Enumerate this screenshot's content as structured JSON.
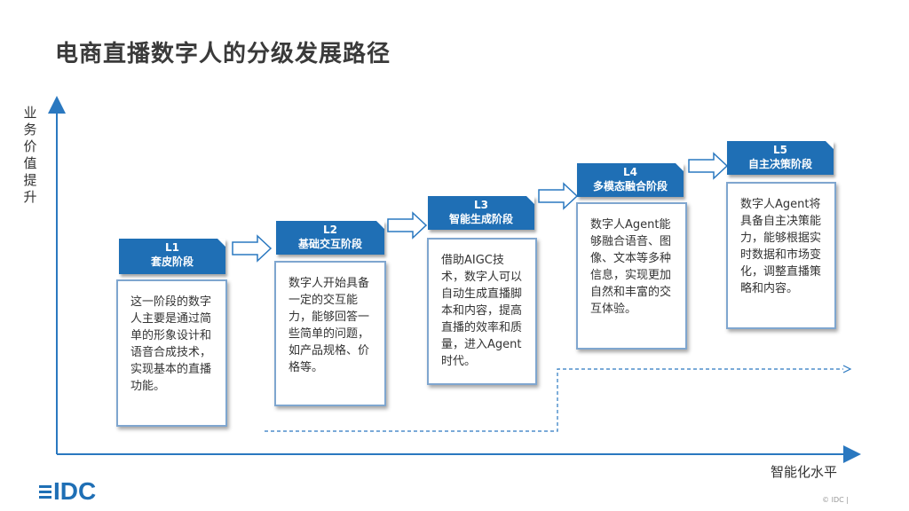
{
  "title": "电商直播数字人的分级发展路径",
  "y_axis_label": "业务价值提升",
  "x_axis_label": "智能化水平",
  "stages": [
    {
      "level": "L1",
      "name": "套皮阶段",
      "description": "这一阶段的数字人主要是通过简单的形象设计和语音合成技术，实现基本的直播功能。"
    },
    {
      "level": "L2",
      "name": "基础交互阶段",
      "description": "数字人开始具备一定的交互能力，能够回答一些简单的问题，如产品规格、价格等。"
    },
    {
      "level": "L3",
      "name": "智能生成阶段",
      "description": "借助AIGC技术，数字人可以自动生成直播脚本和内容，提高直播的效率和质量，进入Agent时代。"
    },
    {
      "level": "L4",
      "name": "多模态融合阶段",
      "description": "数字人Agent能够融合语音、图像、文本等多种信息，实现更加自然和丰富的交互体验。"
    },
    {
      "level": "L5",
      "name": "自主决策阶段",
      "description": "数字人Agent将具备自主决策能力，能够根据实时数据和市场变化，调整直播策略和内容。"
    }
  ],
  "logo": "IDC",
  "copyright": "© IDC |",
  "colors": {
    "accent": "#1f6fb5",
    "box_border": "#7fa6cf",
    "arrow_outline": "#2a78c0"
  }
}
